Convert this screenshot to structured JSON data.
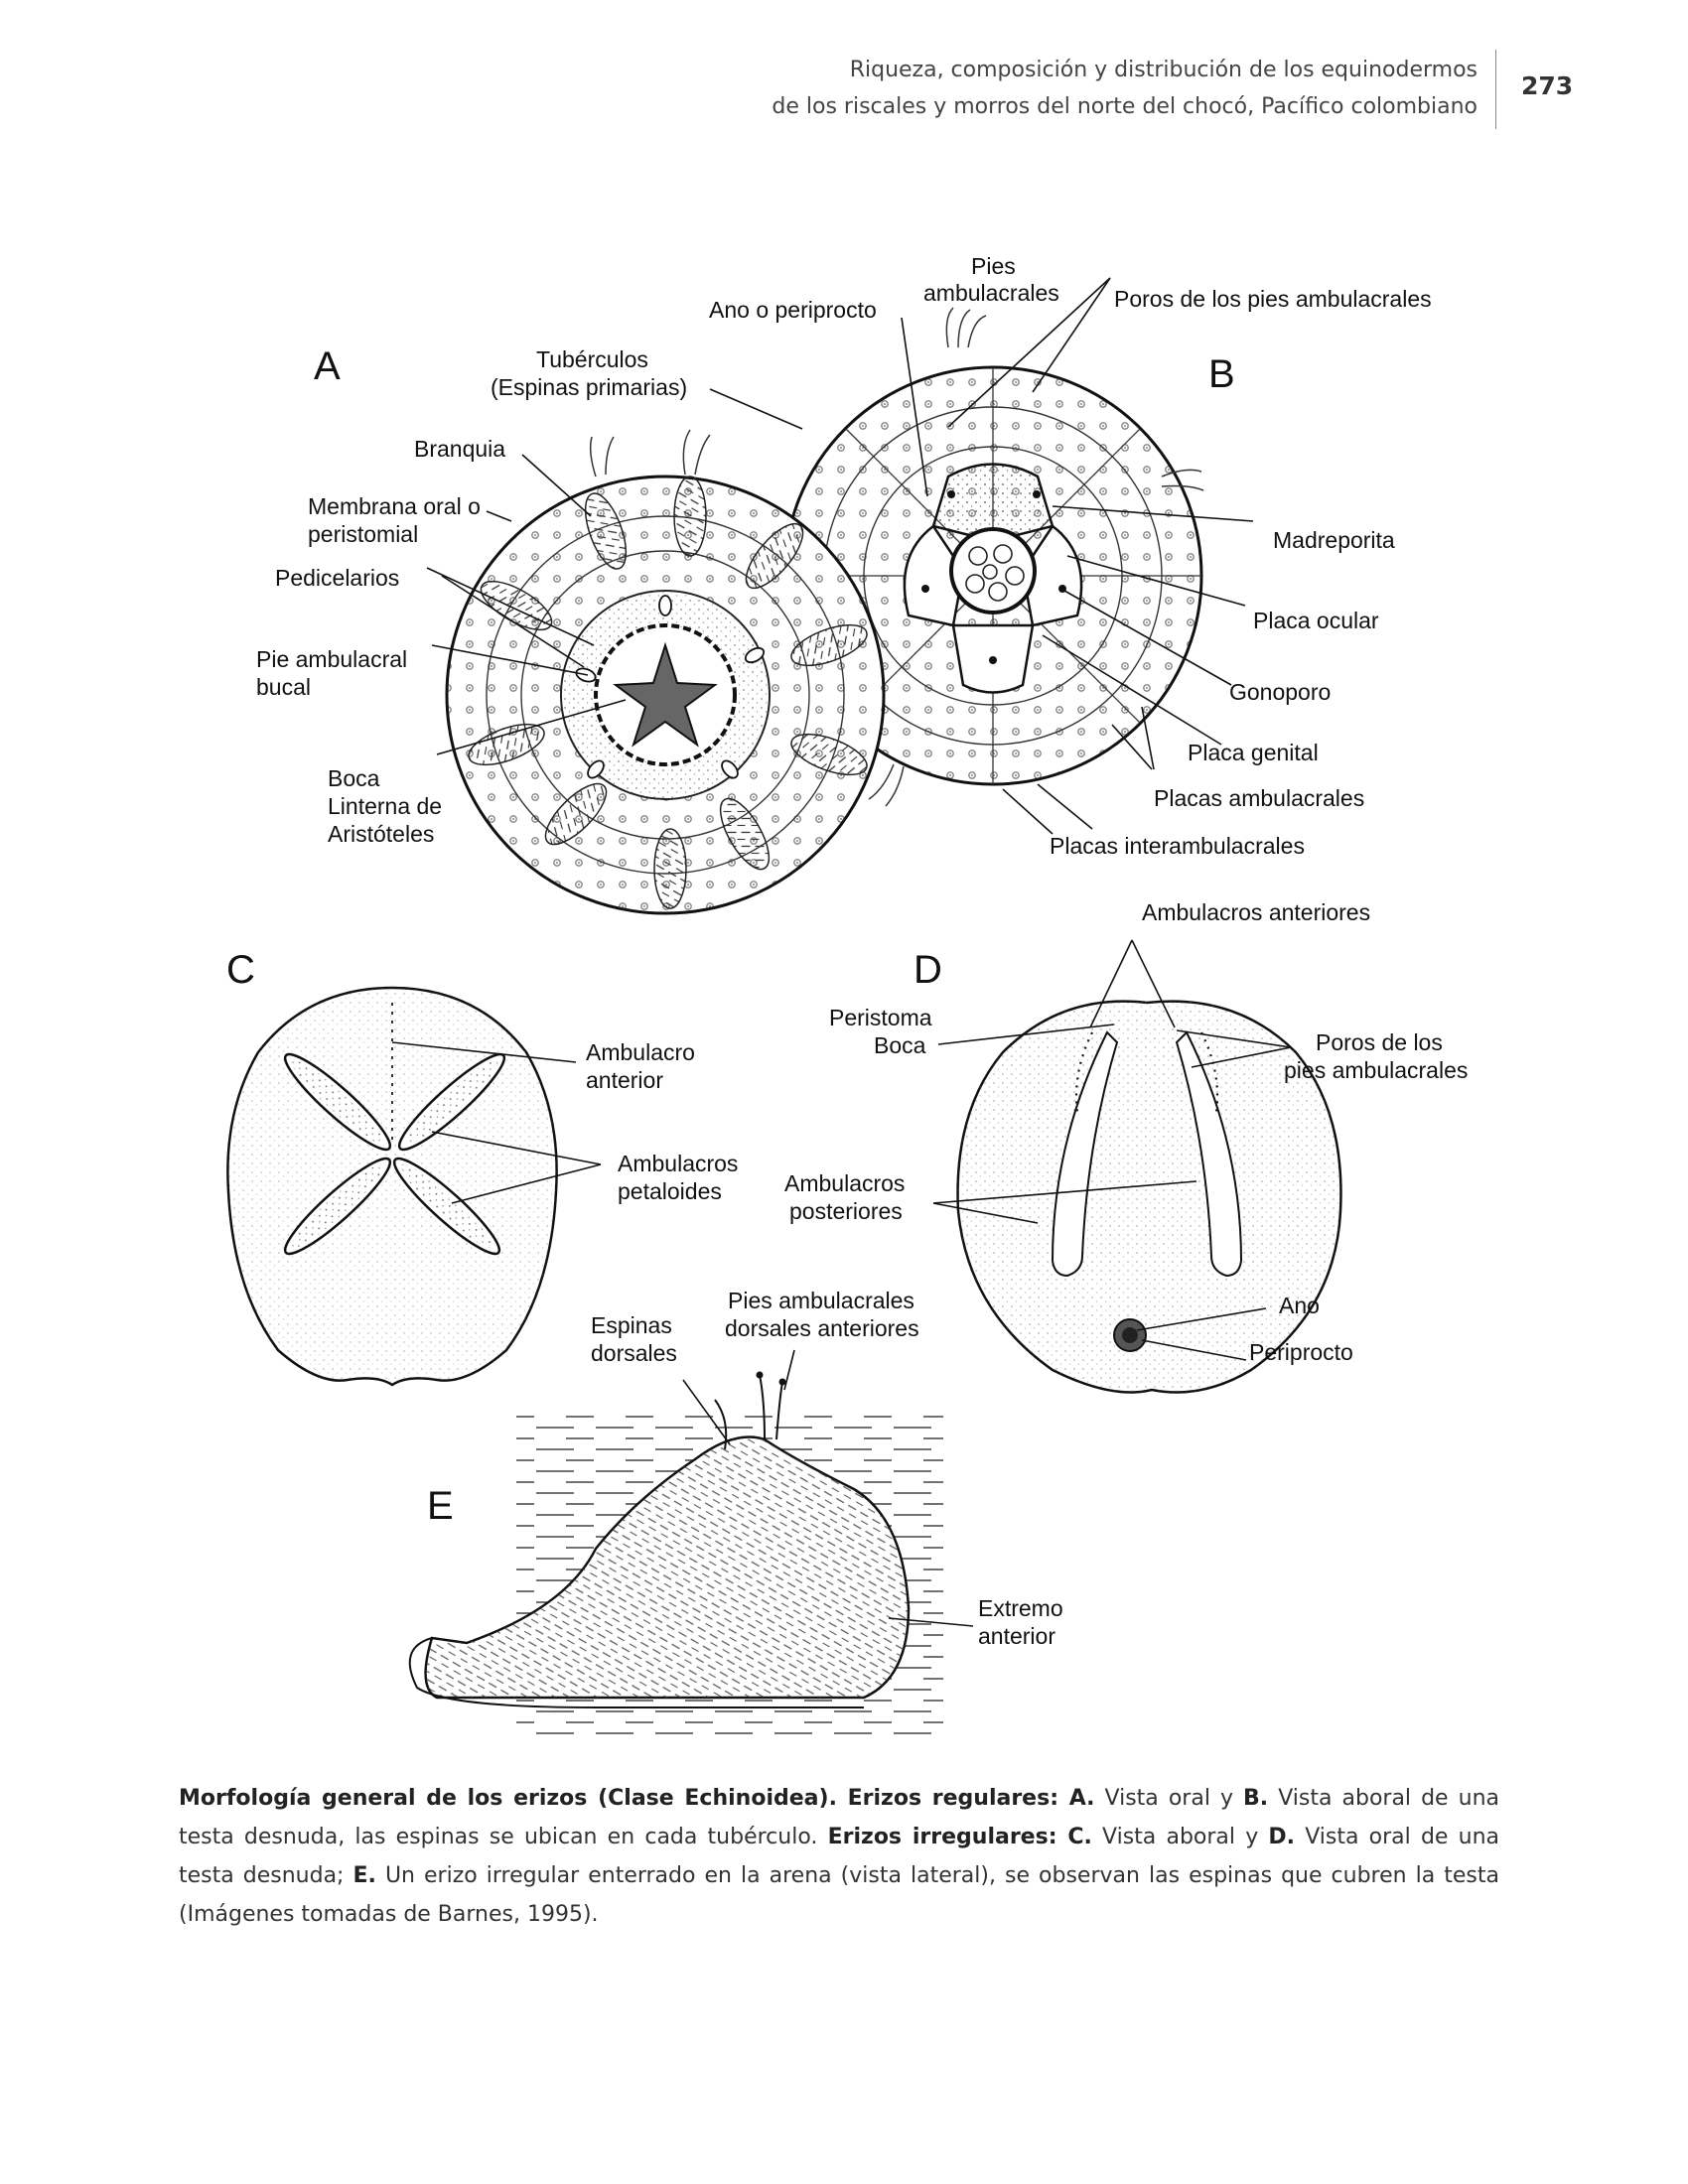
{
  "header": {
    "line1": "Riqueza, composición y distribución de los equinodermos",
    "line2": "de los riscales y morros del norte del chocó, Pacífico colombiano",
    "page_number": "273"
  },
  "figure": {
    "panel_A": {
      "letter": "A",
      "labels": {
        "tuberculos_1": "Tubérculos",
        "tuberculos_2": "(Espinas primarias)",
        "branquia": "Branquia",
        "membrana_1": "Membrana oral o",
        "membrana_2": "peristomial",
        "pedicelarios": "Pedicelarios",
        "pie_1": "Pie ambulacral",
        "pie_2": "bucal",
        "boca": "Boca",
        "linterna_1": "Linterna de",
        "linterna_2": "Aristóteles"
      }
    },
    "panel_B": {
      "letter": "B",
      "labels": {
        "ano": "Ano o periprocto",
        "pies_1": "Pies",
        "pies_2": "ambulacrales",
        "poros": "Poros de los pies ambulacrales",
        "madreporita": "Madreporita",
        "placa_ocular": "Placa ocular",
        "gonoporo": "Gonoporo",
        "placa_genital": "Placa genital",
        "placas_ambulacrales": "Placas ambulacrales",
        "placas_interambulacrales": "Placas interambulacrales"
      }
    },
    "panel_C": {
      "letter": "C",
      "labels": {
        "ambulacro_1": "Ambulacro",
        "ambulacro_2": "anterior",
        "petaloides_1": "Ambulacros",
        "petaloides_2": "petaloides"
      }
    },
    "panel_D": {
      "letter": "D",
      "labels": {
        "anteriores": "Ambulacros anteriores",
        "peristoma_1": "Peristoma",
        "peristoma_2": "Boca",
        "poros_1": "Poros de los",
        "poros_2": "pies ambulacrales",
        "posteriores_1": "Ambulacros",
        "posteriores_2": "posteriores",
        "ano": "Ano",
        "periprocto": "Periprocto"
      }
    },
    "panel_E": {
      "letter": "E",
      "labels": {
        "espinas_1": "Espinas",
        "espinas_2": "dorsales",
        "pies_1": "Pies ambulacrales",
        "pies_2": "dorsales anteriores",
        "extremo_1": "Extremo",
        "extremo_2": "anterior"
      }
    }
  },
  "caption": {
    "bold_1": "Morfología general de los erizos (Clase Echinoidea). Erizos regulares: A.",
    "text_1": " Vista oral y ",
    "bold_2": "B.",
    "text_2": " Vista aboral de una testa desnuda, las espinas se ubican en cada tubérculo. ",
    "bold_3": "Erizos irregulares: C.",
    "text_3": " Vista aboral y ",
    "bold_4": "D.",
    "text_4": " Vista oral de una testa desnuda; ",
    "bold_5": "E.",
    "text_5": " Un erizo irregular enterrado en la arena (vista lateral), se observan las espinas que cubren la testa (Imágenes tomadas de Barnes, 1995)."
  }
}
